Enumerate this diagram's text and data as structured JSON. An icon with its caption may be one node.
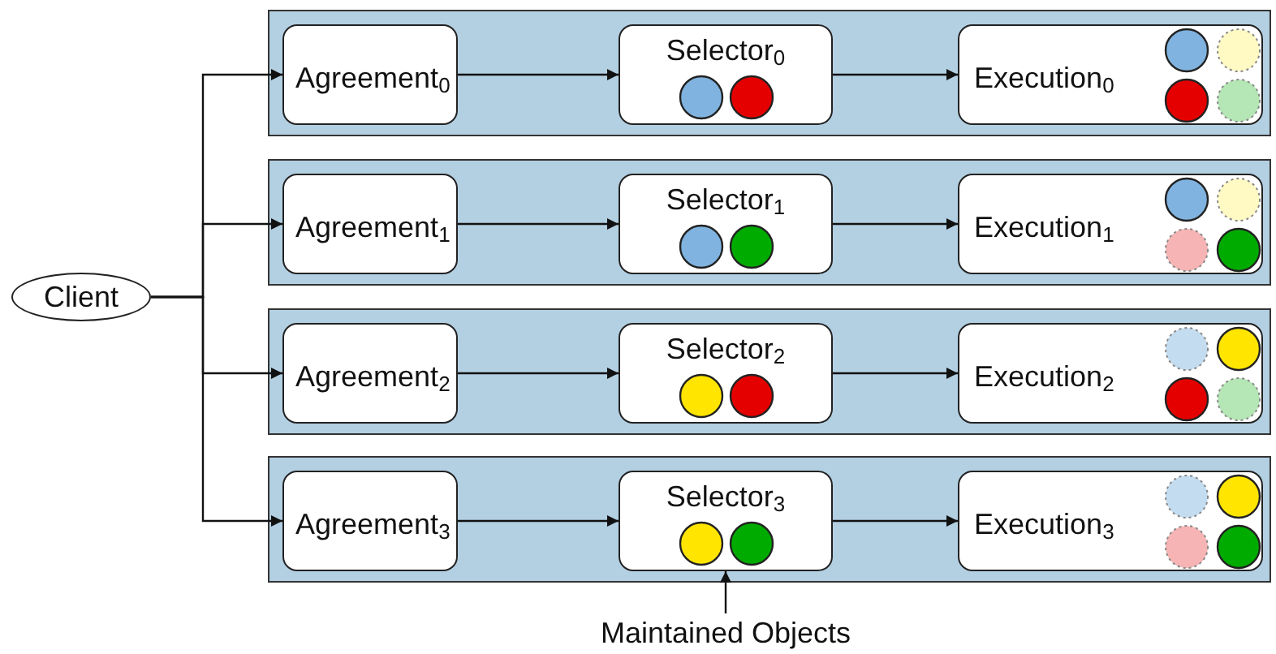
{
  "diagram": {
    "nodes": [
      {
        "text": [
          "Client"
        ]
      },
      {
        "text": [],
        "shape": "box"
      },
      {
        "text": [
          "Agreement$_{0}$"
        ],
        "in": 1
      },
      {
        "text": [
          "Selector$_{0}$"
        ],
        "in": 1
      },
      {
        "text": [
          "Execution$_{0}$"
        ],
        "in": 1
      },
      {
        "text": [],
        "shape": "box"
      },
      {
        "text": [
          "Agreement$_{1}$"
        ],
        "in": 5
      },
      {
        "text": [
          "Selector$_{1}$"
        ],
        "in": 5
      },
      {
        "text": [
          "Execution$_{1}$"
        ],
        "in": 5
      },
      {
        "text": [],
        "shape": "box"
      },
      {
        "text": [
          "Agreement$_{2}$"
        ],
        "in": 9
      },
      {
        "text": [
          "Selector$_{2}$"
        ],
        "in": 9
      },
      {
        "text": [
          "Execution$_{2}$"
        ],
        "in": 9
      },
      {
        "text": [],
        "shape": "box"
      },
      {
        "text": [
          "Agreement$_{3}$"
        ],
        "in": 13
      },
      {
        "text": [
          "Selector$_{3}$"
        ],
        "in": 13
      },
      {
        "text": [
          "Execution$_{3}$"
        ],
        "in": 13
      },
      {
        "text": [
          "Maintained Objects"
        ]
      }
    ],
    "edges": [
      {
        "from": 0,
        "to": 2,
        "arrow": "to"
      },
      {
        "from": 0,
        "to": 6,
        "arrow": "to"
      },
      {
        "from": 0,
        "to": 10,
        "arrow": "to"
      },
      {
        "from": 0,
        "to": 14,
        "arrow": "to"
      },
      {
        "from": 2,
        "to": 3,
        "arrow": "to"
      },
      {
        "from": 3,
        "to": 4,
        "arrow": "to"
      },
      {
        "from": 6,
        "to": 7,
        "arrow": "to"
      },
      {
        "from": 7,
        "to": 8,
        "arrow": "to"
      },
      {
        "from": 10,
        "to": 11,
        "arrow": "to"
      },
      {
        "from": 11,
        "to": 12,
        "arrow": "to"
      },
      {
        "from": 14,
        "to": 15,
        "arrow": "to"
      },
      {
        "from": 15,
        "to": 16,
        "arrow": "to"
      },
      {
        "from": 17,
        "to": 15,
        "arrow": "to"
      }
    ]
  }
}
